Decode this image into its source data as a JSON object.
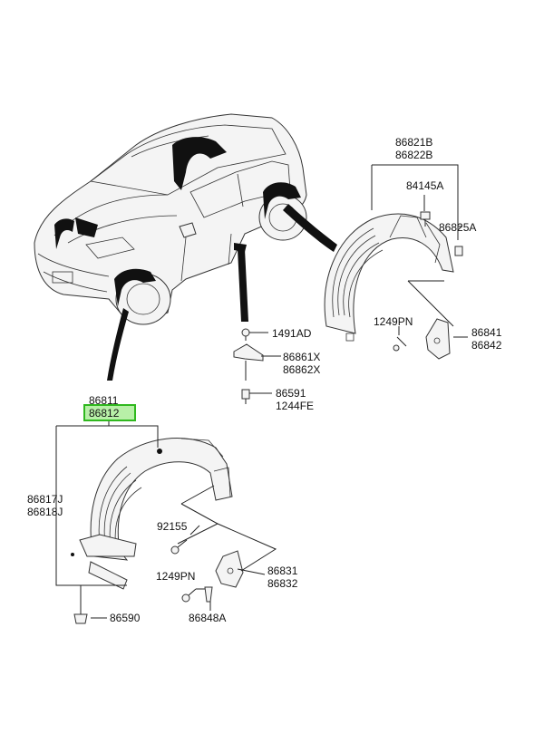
{
  "highlight_color": "#2fb81e",
  "highlight_fill": "#b8f0a8",
  "labels": {
    "p86821B": "86821B",
    "p86822B": "86822B",
    "p84145A": "84145A",
    "p86825A": "86825A",
    "p1249PN_top": "1249PN",
    "p86841": "86841",
    "p86842": "86842",
    "p1491AD": "1491AD",
    "p86861X": "86861X",
    "p86862X": "86862X",
    "p86591": "86591",
    "p1244FE": "1244FE",
    "p86811": "86811",
    "p86812": "86812",
    "p86817J": "86817J",
    "p86818J": "86818J",
    "p92155": "92155",
    "p1249PN_bottom": "1249PN",
    "p86831": "86831",
    "p86832": "86832",
    "p86848A": "86848A",
    "p86590": "86590"
  }
}
